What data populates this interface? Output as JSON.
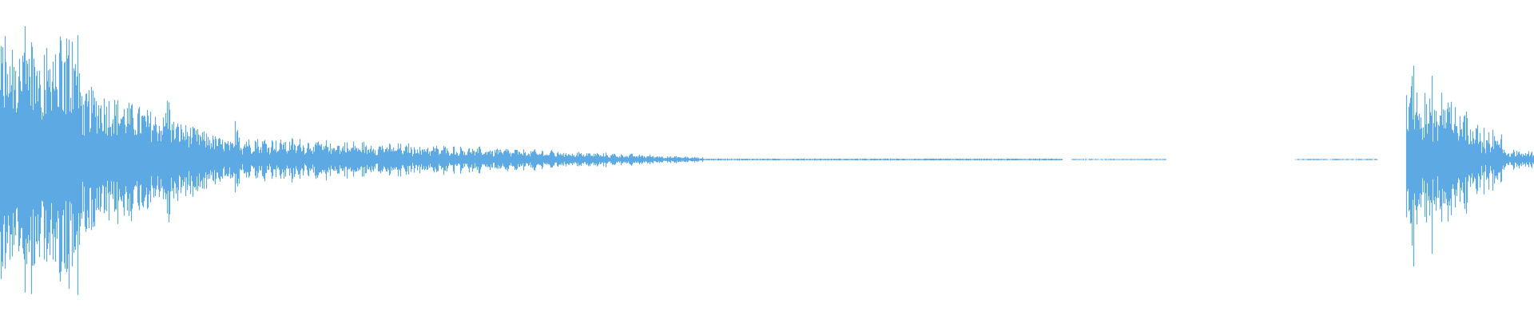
{
  "waveform": {
    "color": "#5da9e3",
    "background": "#ffffff",
    "direction": "horizontal",
    "description_of_segments": [
      {
        "segment": "dense-burst",
        "level": "high"
      },
      {
        "segment": "decaying-tail",
        "level": "low"
      },
      {
        "segment": "near-silence",
        "level": "minimal"
      },
      {
        "segment": "silence",
        "level": "none"
      },
      {
        "segment": "second-burst",
        "level": "high"
      }
    ]
  }
}
